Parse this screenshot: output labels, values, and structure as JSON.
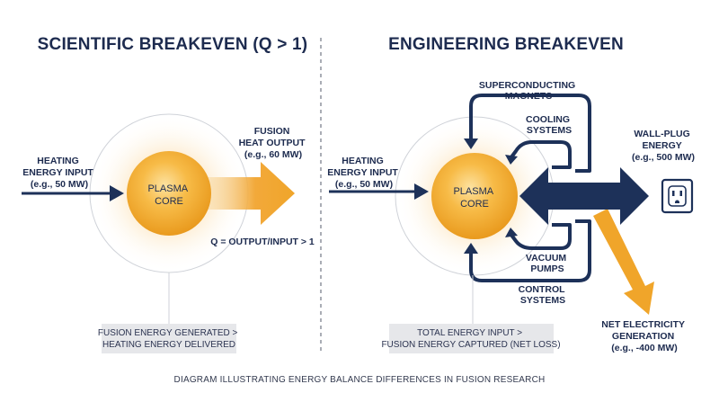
{
  "left_panel": {
    "title": "SCIENTIFIC BREAKEVEN (Q > 1)",
    "input": [
      "HEATING",
      "ENERGY INPUT",
      "(e.g., 50 MW)"
    ],
    "core": [
      "PLASMA",
      "CORE"
    ],
    "output": [
      "FUSION",
      "HEAT OUTPUT",
      "(e.g., 60 MW)"
    ],
    "formula": "Q = OUTPUT/INPUT > 1",
    "box": [
      "FUSION ENERGY GENERATED >",
      "HEATING ENERGY DELIVERED"
    ]
  },
  "right_panel": {
    "title": "ENGINEERING BREAKEVEN",
    "input": [
      "HEATING",
      "ENERGY INPUT",
      "(e.g., 50 MW)"
    ],
    "core": [
      "PLASMA",
      "CORE"
    ],
    "magnets": [
      "SUPERCONDUCTING",
      "MAGNETS"
    ],
    "cooling": [
      "COOLING",
      "SYSTEMS"
    ],
    "vacuum": [
      "VACUUM",
      "PUMPS"
    ],
    "control": [
      "CONTROL",
      "SYSTEMS"
    ],
    "wallplug": [
      "WALL-PLUG",
      "ENERGY",
      "(e.g., 500 MW)"
    ],
    "net": [
      "NET ELECTRICITY",
      "GENERATION",
      "(e.g., -400 MW)"
    ],
    "box": [
      "TOTAL ENERGY INPUT >",
      "FUSION ENERGY CAPTURED (NET LOSS)"
    ]
  },
  "caption": "DIAGRAM ILLUSTRATING ENERGY BALANCE DIFFERENCES IN FUSION RESEARCH",
  "colors": {
    "navy": "#1d3159",
    "orange": "#f0a52a",
    "core_light": "#fcd27a",
    "box_bg": "#e6e7ea"
  },
  "icons": {
    "outlet": "wall-outlet-icon"
  }
}
